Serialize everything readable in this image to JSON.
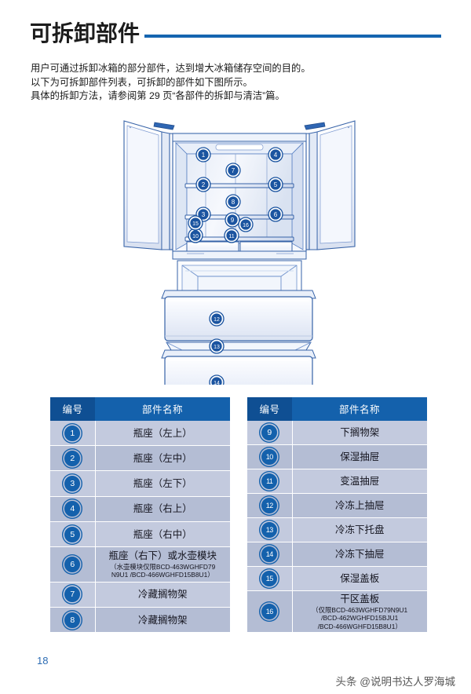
{
  "header": {
    "title": "可拆卸部件",
    "rule_color": "#1565b0"
  },
  "intro": {
    "line1": "用户可通过拆卸冰箱的部分部件，达到增大冰箱储存空间的目的。",
    "line2": "以下为可拆卸部件列表，可拆卸的部件如下图所示。",
    "line3": "具体的拆卸方法，请参阅第 29 页“各部件的拆卸与清洁”篇。"
  },
  "figure": {
    "name": "refrigerator-exploded-diagram",
    "callouts": [
      "1",
      "2",
      "3",
      "4",
      "5",
      "6",
      "7",
      "8",
      "9",
      "10",
      "11",
      "12",
      "13",
      "14",
      "15",
      "16"
    ]
  },
  "tables": {
    "headers": {
      "num": "编号",
      "name": "部件名称"
    },
    "left": [
      {
        "num": "1",
        "name": "瓶座（左上）",
        "sub": ""
      },
      {
        "num": "2",
        "name": "瓶座（左中）",
        "sub": ""
      },
      {
        "num": "3",
        "name": "瓶座（左下）",
        "sub": ""
      },
      {
        "num": "4",
        "name": "瓶座（右上）",
        "sub": ""
      },
      {
        "num": "5",
        "name": "瓶座（右中）",
        "sub": ""
      },
      {
        "num": "6",
        "name": "瓶座（右下）或水壶模块",
        "sub": "（水壶模块仅限BCD-463WGHFD79\nN9U1 /BCD-466WGHFD15B8U1）"
      },
      {
        "num": "7",
        "name": "冷藏搁物架",
        "sub": ""
      },
      {
        "num": "8",
        "name": "冷藏搁物架",
        "sub": ""
      }
    ],
    "right": [
      {
        "num": "9",
        "name": "下搁物架",
        "sub": ""
      },
      {
        "num": "10",
        "name": "保湿抽屉",
        "sub": ""
      },
      {
        "num": "11",
        "name": "变温抽屉",
        "sub": ""
      },
      {
        "num": "12",
        "name": "冷冻上抽屉",
        "sub": ""
      },
      {
        "num": "13",
        "name": "冷冻下托盘",
        "sub": ""
      },
      {
        "num": "14",
        "name": "冷冻下抽屉",
        "sub": ""
      },
      {
        "num": "15",
        "name": "保湿盖板",
        "sub": ""
      },
      {
        "num": "16",
        "name": "干区盖板",
        "sub": "（仅限BCD-463WGHFD79N9U1\n/BCD-462WGHFD15BJU1\n/BCD-466WGHFD15B8U1）"
      }
    ]
  },
  "footer": {
    "page_number": "18",
    "watermark": "头条 @说明书达人罗海城"
  },
  "colors": {
    "header_num_bg": "#0f4f93",
    "header_name_bg": "#1461ac",
    "row_odd": "#c3cade",
    "row_even": "#b4bdd4",
    "accent": "#1565b0",
    "badge": "#1461ac",
    "page_num": "#2e6db4"
  }
}
